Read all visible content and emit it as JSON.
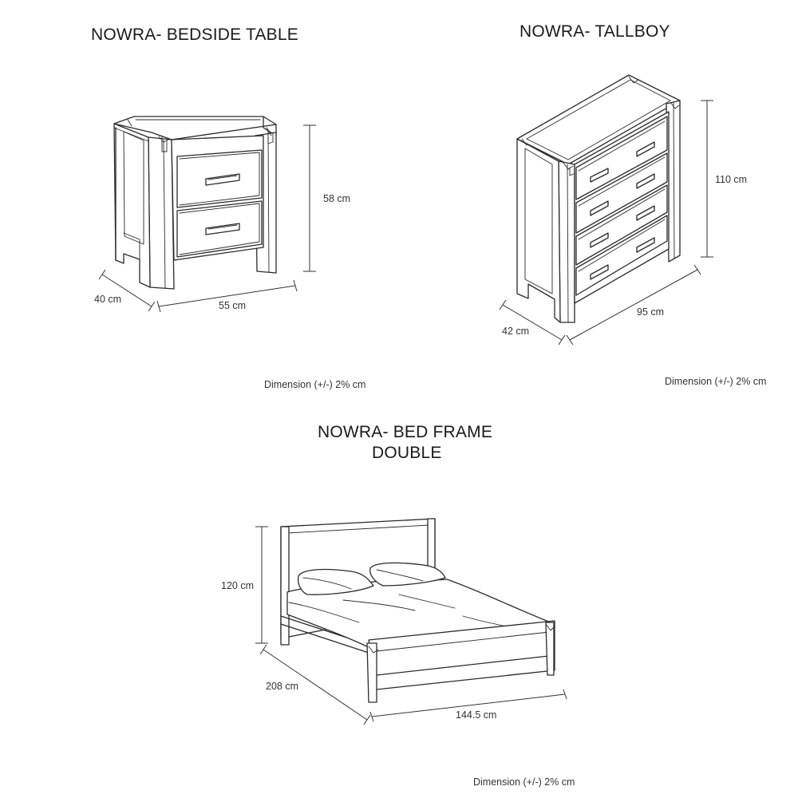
{
  "bedside": {
    "title": "NOWRA- BEDSIDE TABLE",
    "height": "58 cm",
    "depth": "40 cm",
    "width": "55 cm",
    "note": "Dimension (+/-) 2% cm"
  },
  "tallboy": {
    "title": "NOWRA- TALLBOY",
    "height": "110 cm",
    "depth": "42 cm",
    "width": "95 cm",
    "note": "Dimension (+/-) 2% cm"
  },
  "bed": {
    "title_line1": "NOWRA- BED FRAME",
    "title_line2": "DOUBLE",
    "height": "120 cm",
    "length": "208 cm",
    "width": "144.5 cm",
    "note": "Dimension (+/-) 2% cm"
  }
}
